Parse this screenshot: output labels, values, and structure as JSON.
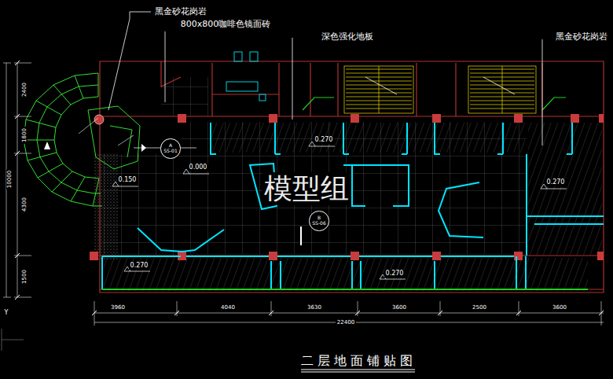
{
  "diagram": {
    "title": "二层地面铺贴图",
    "nodes": [
      {
        "text": [
          "A",
          "SS-01"
        ]
      },
      {
        "text": [
          "B",
          "SS-06"
        ]
      }
    ],
    "labels": [
      "黑金砂花岗岩",
      "800x800咖啡色镜面砖",
      "深色强化地板",
      "黑金砂花岗岩",
      "0.270",
      "0.000",
      "0.150",
      "0.270",
      "0.270",
      "0.270",
      "模型组",
      "2400",
      "1800",
      "4300",
      "1500",
      "10000",
      "3960",
      "4040",
      "3630",
      "3600",
      "2500",
      "3600",
      "22400",
      "Y"
    ]
  }
}
